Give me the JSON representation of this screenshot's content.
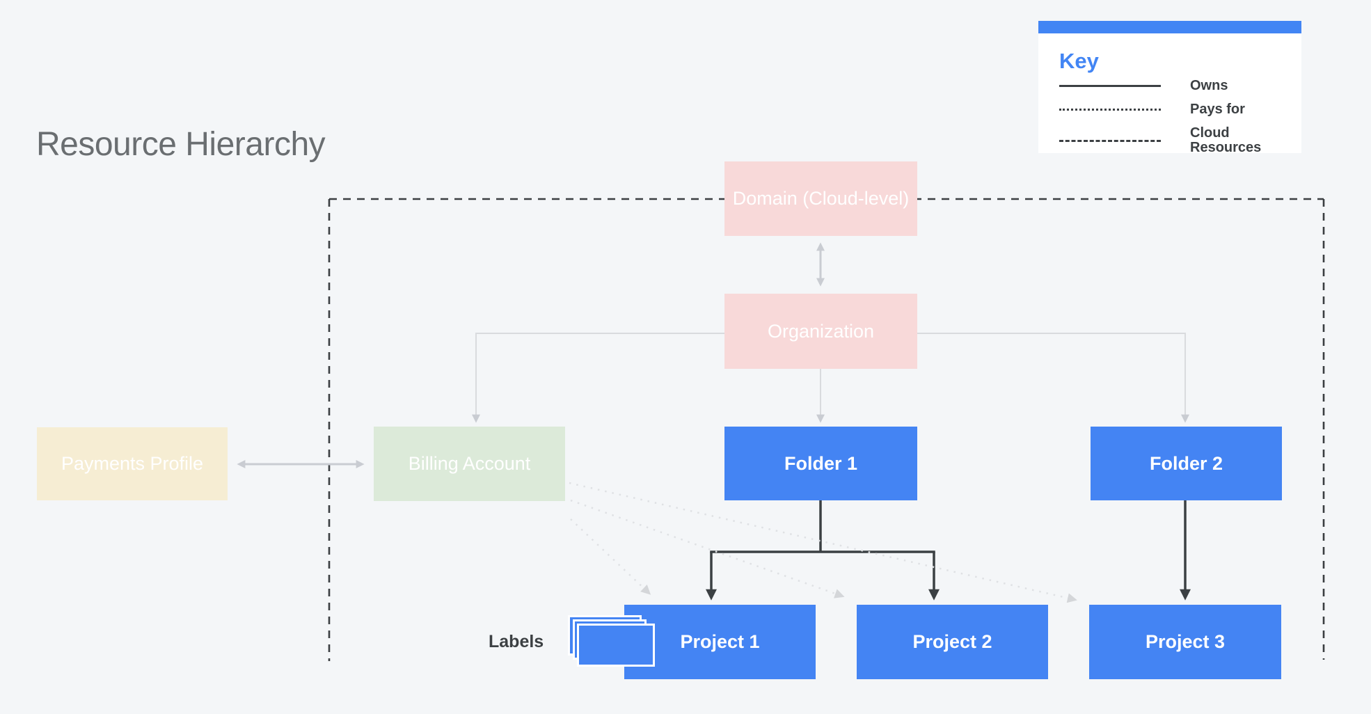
{
  "title": "Resource Hierarchy",
  "legend": {
    "title": "Key",
    "items": [
      {
        "style": "solid",
        "label": "Owns"
      },
      {
        "style": "dotted",
        "label": "Pays for"
      },
      {
        "style": "dashed",
        "label": "Cloud Resources"
      }
    ]
  },
  "nodes": {
    "domain": {
      "label": "Domain (Cloud-level)",
      "color_role": "pink"
    },
    "organization": {
      "label": "Organization",
      "color_role": "pink"
    },
    "payments_profile": {
      "label": "Payments Profile",
      "color_role": "cream"
    },
    "billing_account": {
      "label": "Billing Account",
      "color_role": "green"
    },
    "folder1": {
      "label": "Folder 1",
      "color_role": "blue"
    },
    "folder2": {
      "label": "Folder 2",
      "color_role": "blue"
    },
    "project1": {
      "label": "Project 1",
      "color_role": "blue"
    },
    "project2": {
      "label": "Project 2",
      "color_role": "blue"
    },
    "project3": {
      "label": "Project 3",
      "color_role": "blue"
    }
  },
  "annotations": {
    "labels_caption": "Labels"
  },
  "colors": {
    "background": "#f4f6f8",
    "node_blue": "#4484f3",
    "node_pink": "#f8d9d9",
    "node_green": "#dcead9",
    "node_cream": "#f6edd3",
    "node_text": "#ffffff",
    "title_text": "#6a6e71",
    "dark_text": "#3c4043",
    "key_blue": "#4285f4",
    "dash_border": "#3a3e41",
    "dark_connector": "#3b4043",
    "light_line": "#d9dbde",
    "light_arrow": "#c9ccd2",
    "dotted_line": "#dfe1e4",
    "dotted_arrow": "#d4d6d9"
  }
}
